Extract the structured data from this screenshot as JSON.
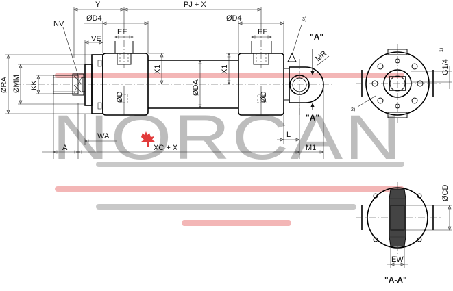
{
  "watermark": {
    "text": "NORCAN"
  },
  "colors": {
    "line": "#111111",
    "watermark_text": "#bdbdbd",
    "watermark_red_band": "#f3b6b6",
    "watermark_gray_band": "#c8c8c8",
    "maple_leaf": "#e23b3b"
  },
  "dimensions": {
    "y": "Y",
    "pj_x": "PJ + X",
    "od4_left": "ØD4",
    "od4_right": "ØD4",
    "ee_left": "EE",
    "ee_right": "EE",
    "nv": "NV",
    "ve": "VE",
    "ora": "ØRA",
    "omm": "ØMM",
    "kk": "KK",
    "x1_left": "X1",
    "x1_right": "X1",
    "oda": "ØDA",
    "od_left": "ØD",
    "od_right": "ØD",
    "wa": "WA",
    "a": "A",
    "xc_x": "XC + X",
    "l": "L",
    "m1": "M1",
    "mr": "MR",
    "g14": "G1/4",
    "g14_note": "1)",
    "note2": "2)",
    "note3": "3)",
    "ocd": "ØCD",
    "ew": "EW"
  },
  "section_labels": {
    "a_top": "\"A\"",
    "a_bottom": "\"A\"",
    "aa": "\"A-A\""
  }
}
